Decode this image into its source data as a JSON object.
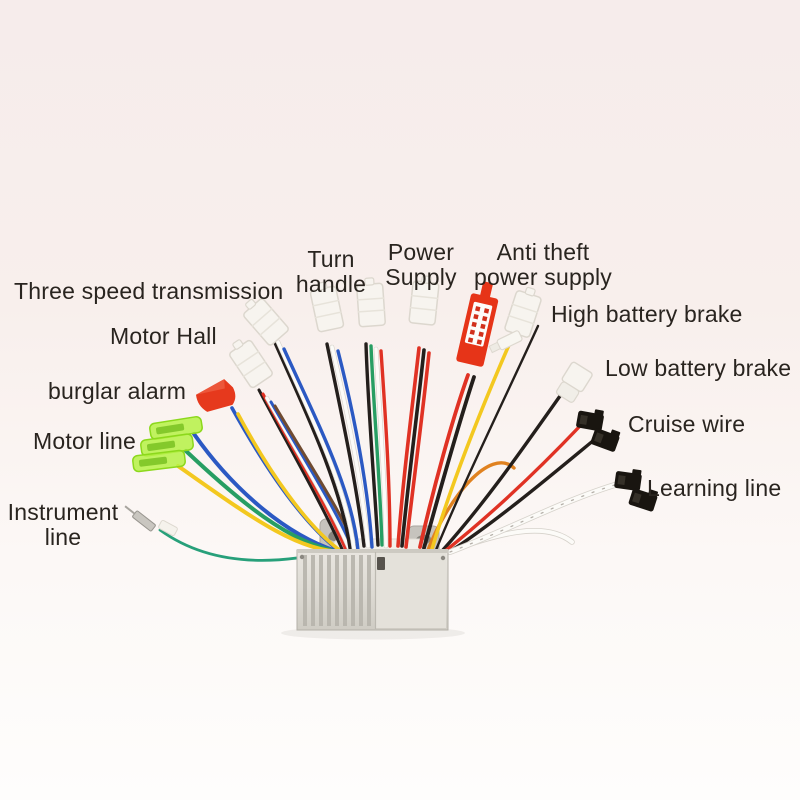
{
  "scene": {
    "description": "Brushless e-bike motor controller with labeled wiring harness",
    "background_top": "#f6eceb",
    "background_bottom": "#fefdfc",
    "text_color": "#29241f"
  },
  "labels": {
    "three_speed": {
      "text": "Three speed transmission"
    },
    "motor_hall": {
      "text": "Motor Hall"
    },
    "burglar_alarm": {
      "text": "burglar alarm"
    },
    "motor_line": {
      "text": "Motor line"
    },
    "instrument_line": {
      "line1": "Instrument",
      "line2": "line"
    },
    "turn_handle": {
      "line1": "Turn",
      "line2": "handle"
    },
    "power_supply": {
      "line1": "Power",
      "line2": "Supply"
    },
    "anti_theft": {
      "line1": "Anti theft",
      "line2": "power supply"
    },
    "high_battery_brake": {
      "text": "High battery brake"
    },
    "low_battery_brake": {
      "text": "Low battery brake"
    },
    "cruise_wire": {
      "text": "Cruise wire"
    },
    "learning_line": {
      "text": "Learning line"
    }
  },
  "wire_colors": {
    "red": "#e03224",
    "blue": "#2b59c3",
    "yellow": "#f3c81f",
    "green": "#279e63",
    "teal": "#27a07a",
    "black": "#241f1c",
    "white": "#fcfbf8",
    "orange": "#e08220",
    "brown": "#6f4b31"
  },
  "connectors": [
    {
      "name": "three-speed-connector",
      "type": "white-plug"
    },
    {
      "name": "motor-hall-connector",
      "type": "white-plug"
    },
    {
      "name": "burglar-alarm-connector",
      "type": "red-crimp"
    },
    {
      "name": "motor-line-connectors",
      "type": "lime-spade",
      "count": 3
    },
    {
      "name": "instrument-line-terminal",
      "type": "silver-terminal"
    },
    {
      "name": "turn-handle-connector",
      "type": "white-plug"
    },
    {
      "name": "power-supply-connector",
      "type": "white-plug",
      "count": 2
    },
    {
      "name": "anti-theft-connector",
      "type": "red-plug-with-label"
    },
    {
      "name": "high-battery-brake-connector",
      "type": "white-plug-spade"
    },
    {
      "name": "low-battery-brake-connector",
      "type": "white-plug"
    },
    {
      "name": "cruise-wire-connector",
      "type": "black-plug-pair"
    },
    {
      "name": "learning-line-connector",
      "type": "black-plug-pair"
    }
  ],
  "device": {
    "name": "motor-controller",
    "body_color": "#dfdcd5",
    "fin_color": "#b8b5ad",
    "bracket_color": "#c6c3bd"
  }
}
